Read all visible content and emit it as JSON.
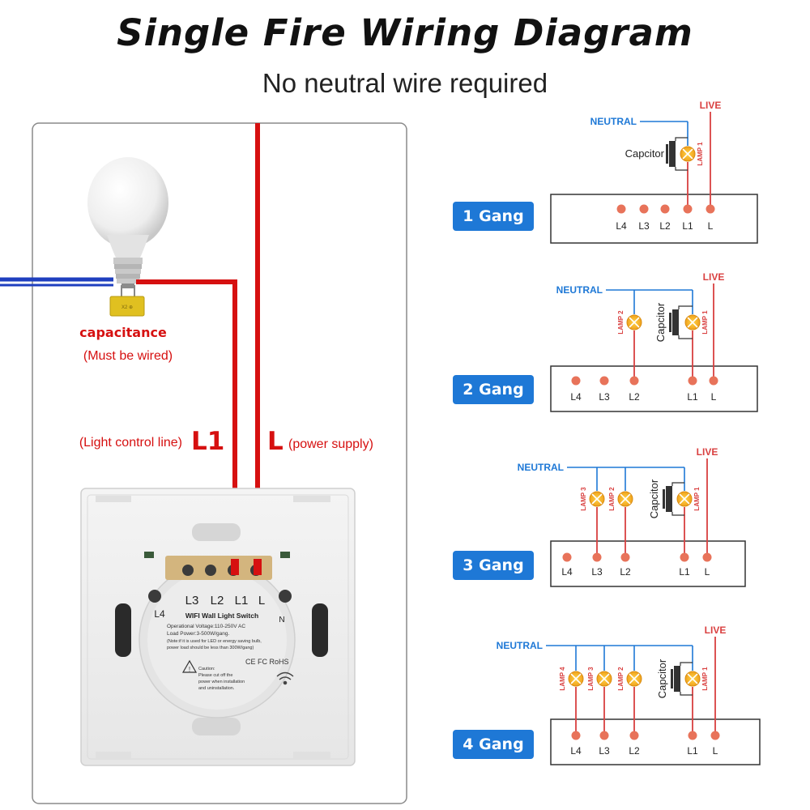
{
  "header": {
    "title": "Single Fire Wiring Diagram",
    "subtitle": "No neutral wire required"
  },
  "left_panel": {
    "capacitance_label": "capacitance",
    "capacitance_note": "(Must be wired)",
    "l1_prefix": "(Light control line)",
    "l1_label": "L1",
    "l_label": "L",
    "l_suffix": "(power supply)",
    "terminal_labels": [
      "L3",
      "L2",
      "L1",
      "L"
    ],
    "terminal_l4": "L4",
    "terminal_n": "N",
    "switch_model": "WIFI Wall Light Switch",
    "spec_voltage": "Operational Voltage:110-250V AC",
    "spec_load": "Load Power:3-500W/gang.",
    "spec_note_1": "(Note:if it is used for LED or energy saving bulb,",
    "spec_note_2": "power load should be less than 300W/gang)",
    "cert_marks": "CE FC RoHS",
    "caution_1": "Caution:",
    "caution_2": "Please cut off the",
    "caution_3": "power when installation",
    "caution_4": "and uninstallation.",
    "colors": {
      "live_wire": "#d61010",
      "neutral_wire": "#1f3fbf",
      "capacitor": "#e0c020"
    }
  },
  "gangs": [
    {
      "badge": "1 Gang",
      "neutral": "NEUTRAL",
      "live": "LIVE",
      "capacitor": "Capcitor",
      "lamps": [
        "LAMP 1"
      ],
      "terminals": [
        "L4",
        "L3",
        "L2",
        "L1",
        "L"
      ]
    },
    {
      "badge": "2 Gang",
      "neutral": "NEUTRAL",
      "live": "LIVE",
      "capacitor": "Capcitor",
      "lamps": [
        "LAMP 2",
        "LAMP 1"
      ],
      "terminals": [
        "L4",
        "L3",
        "L2",
        "L1",
        "L"
      ]
    },
    {
      "badge": "3 Gang",
      "neutral": "NEUTRAL",
      "live": "LIVE",
      "capacitor": "Capcitor",
      "lamps": [
        "LAMP 3",
        "LAMP 2",
        "LAMP 1"
      ],
      "terminals": [
        "L4",
        "L3",
        "L2",
        "L1",
        "L"
      ]
    },
    {
      "badge": "4 Gang",
      "neutral": "NEUTRAL",
      "live": "LIVE",
      "capacitor": "Capcitor",
      "lamps": [
        "LAMP 4",
        "LAMP 3",
        "LAMP 2",
        "LAMP 1"
      ],
      "terminals": [
        "L4",
        "L3",
        "L2",
        "L1",
        "L"
      ]
    }
  ],
  "schematic_colors": {
    "neutral": "#1e78d6",
    "live": "#d94040",
    "terminal": "#e8735a",
    "lamp": "#f5b324",
    "badge": "#1e78d6"
  }
}
